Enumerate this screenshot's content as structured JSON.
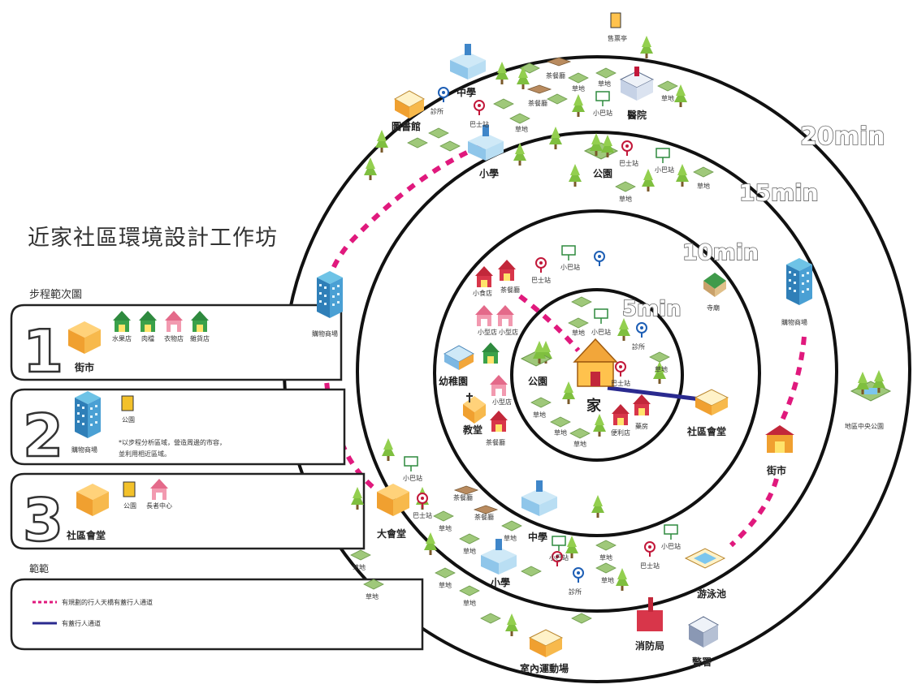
{
  "title": "近家社區環境設計工作坊",
  "steps_heading": "步程範次圖",
  "legend_heading": "範範",
  "rings": {
    "r5": "5min",
    "r10": "10min",
    "r15": "15min",
    "r20": "20min"
  },
  "panels": {
    "p1": {
      "num": "1",
      "main": "街市",
      "items": [
        "水果店",
        "肉檔",
        "衣物店",
        "雜貨店"
      ]
    },
    "p2": {
      "num": "2",
      "main": "購物商場",
      "items": [
        "公園"
      ],
      "note1": "*以步程分析區域，營造周邊的市容，",
      "note2": "並利用相近區域。"
    },
    "p3": {
      "num": "3",
      "main": "社區會堂",
      "items": [
        "公園",
        "長者中心"
      ]
    }
  },
  "legend": {
    "dash": "有規劃的行人天橋有蓋行人通道",
    "solid": "有蓋行人通道"
  },
  "places": {
    "home": "家",
    "park_center": "公園",
    "kindergarten": "幼稚園",
    "church": "教堂",
    "community_hall": "社區會堂",
    "temple": "寺廟",
    "primary_15": "小學",
    "park_15": "公園",
    "library": "圖書館",
    "middle_20_top": "中學",
    "hospital": "醫院",
    "mall_left": "購物商場",
    "mall_right": "購物商場",
    "street_market": "街市",
    "district_park": "地區中央公園",
    "big_hall": "大會堂",
    "middle_bottom": "中學",
    "primary_bottom": "小學",
    "swimming": "游泳池",
    "fire_station": "消防局",
    "police": "警署",
    "sports_centre": "室內運動場",
    "kiosk": "售票亭"
  },
  "small_labels": {
    "cafe": "茶餐廳",
    "grass": "草地",
    "shop": "小型店",
    "stop": "巴士站",
    "clinic": "診所",
    "minibus": "小巴站",
    "conv": "便利店",
    "snack": "小食店",
    "pharm": "藥房"
  },
  "colors": {
    "dash": "#e0197d",
    "solid": "#2a2a8f",
    "ring": "#111111"
  }
}
